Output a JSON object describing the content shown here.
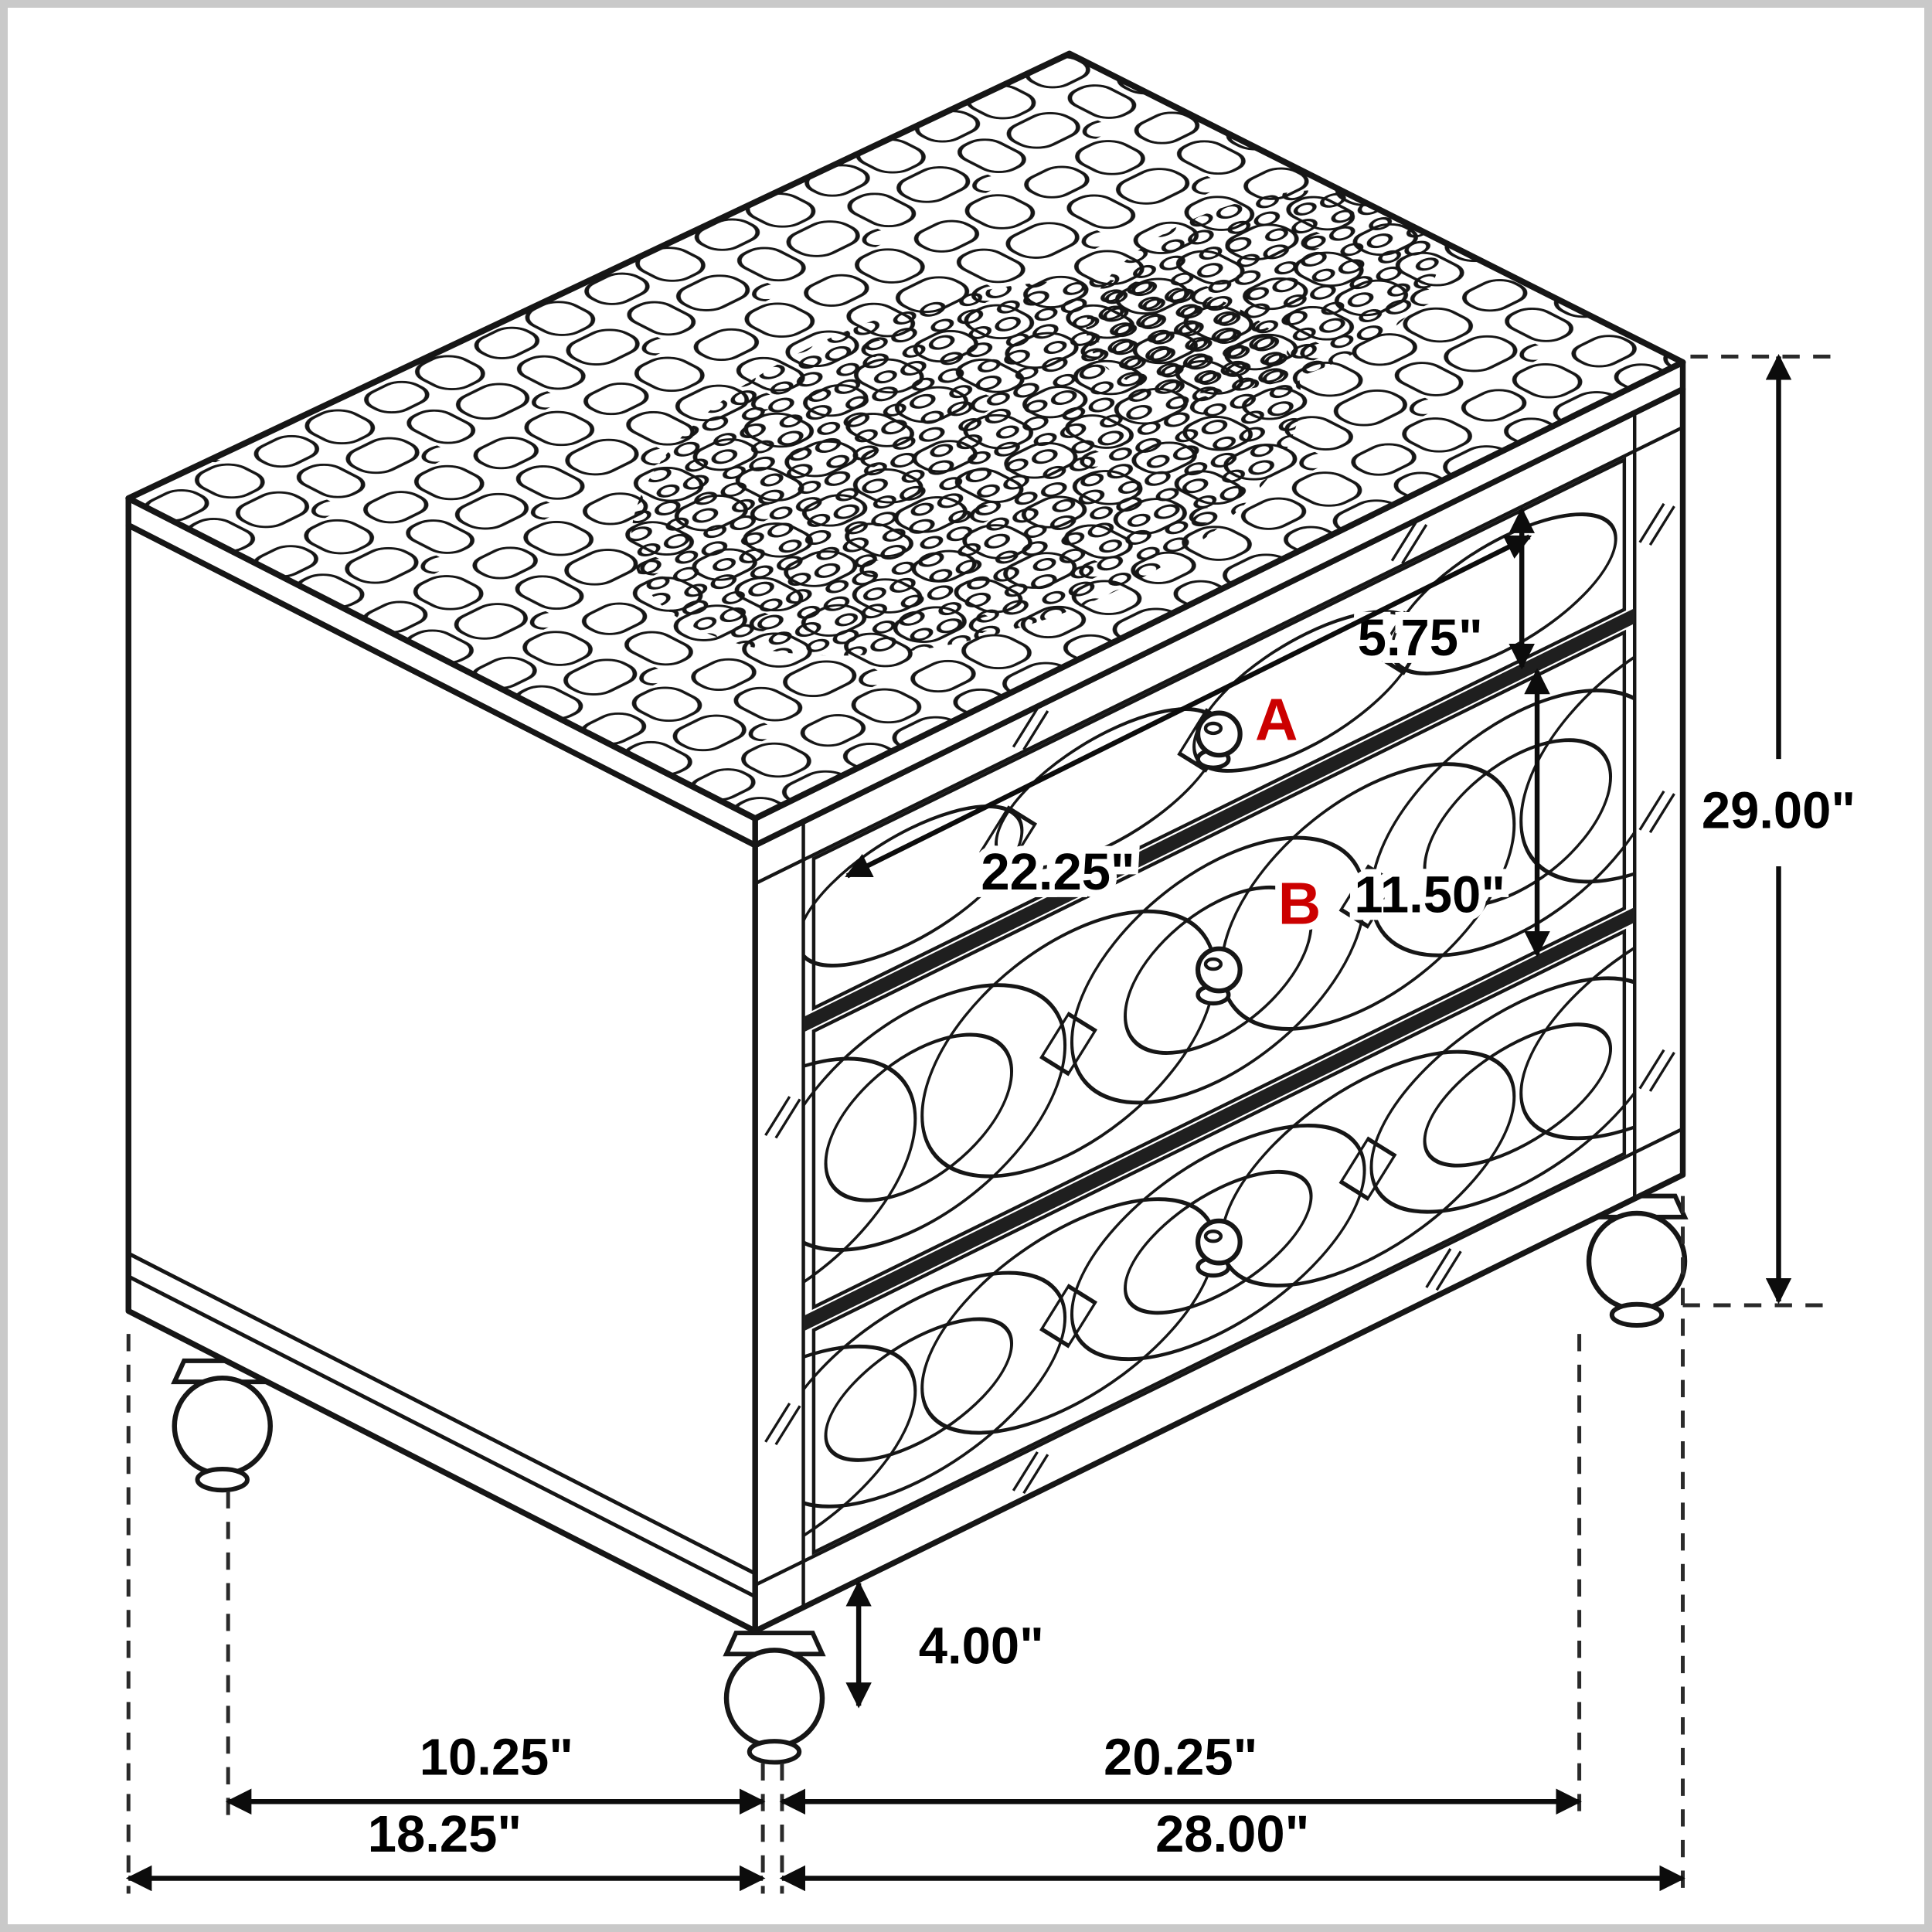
{
  "diagram": {
    "labels": {
      "drawer_a": "A",
      "drawer_b": "B"
    },
    "dimensions": {
      "overall_height": "29.00\"",
      "upper_drawer_height": "5.75\"",
      "drawer_width": "22.25\"",
      "lower_drawer_height": "11.50\"",
      "leg_height": "4.00\"",
      "leg_spacing_side": "10.25\"",
      "leg_spacing_front": "20.25\"",
      "overall_depth": "18.25\"",
      "overall_width": "28.00\""
    },
    "colors": {
      "line": "#161616",
      "dimension_text": "#000000",
      "accent_label": "#cc0000",
      "background": "#ffffff",
      "border_frame": "#c9c9c9"
    }
  }
}
